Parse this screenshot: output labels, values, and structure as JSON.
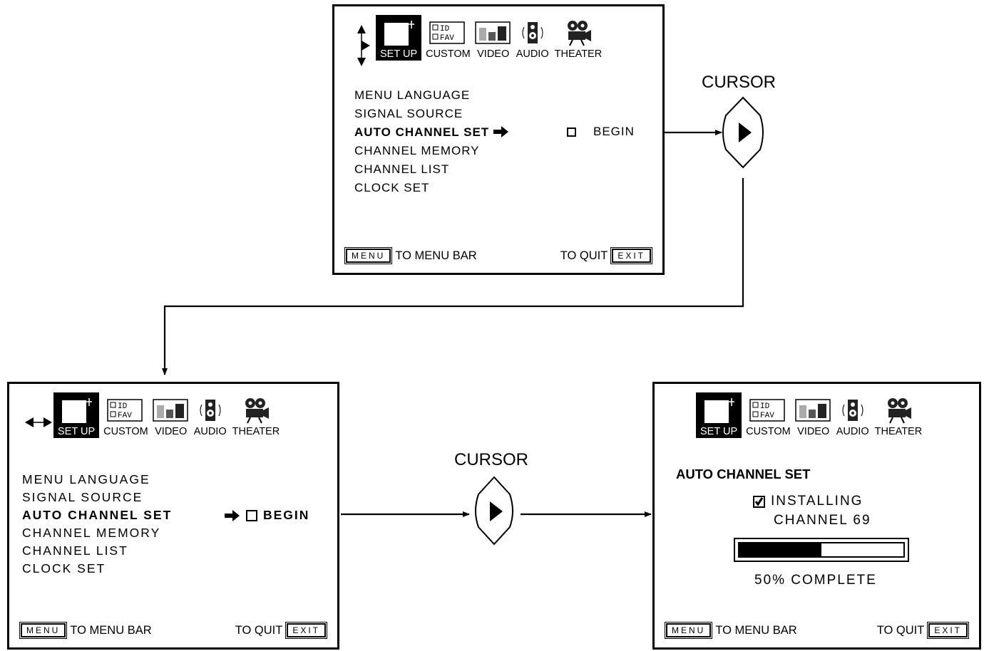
{
  "tabs": [
    {
      "label": "SET UP",
      "icon": "tv-antenna-icon"
    },
    {
      "label": "CUSTOM",
      "icon": "id-fav-icon"
    },
    {
      "label": "VIDEO",
      "icon": "video-bars-icon"
    },
    {
      "label": "AUDIO",
      "icon": "speaker-icon"
    },
    {
      "label": "THEATER",
      "icon": "film-camera-icon"
    }
  ],
  "id_fav_icon_text": [
    "ID",
    "FAV"
  ],
  "menu_items": [
    "MENU LANGUAGE",
    "SIGNAL SOURCE",
    "AUTO CHANNEL SET",
    "CHANNEL MEMORY",
    "CHANNEL LIST",
    "CLOCK SET"
  ],
  "selected_item_index": 2,
  "option_label": "BEGIN",
  "footer": {
    "menu_key": "MENU",
    "menu_text": "TO MENU BAR",
    "quit_text": "TO QUIT",
    "exit_key": "EXIT"
  },
  "cursor_label": "CURSOR",
  "progress_screen": {
    "title": "AUTO CHANNEL SET",
    "status": "INSTALLING",
    "channel": "CHANNEL 69",
    "progress_fraction": 0.5,
    "progress_text": "50% COMPLETE"
  }
}
